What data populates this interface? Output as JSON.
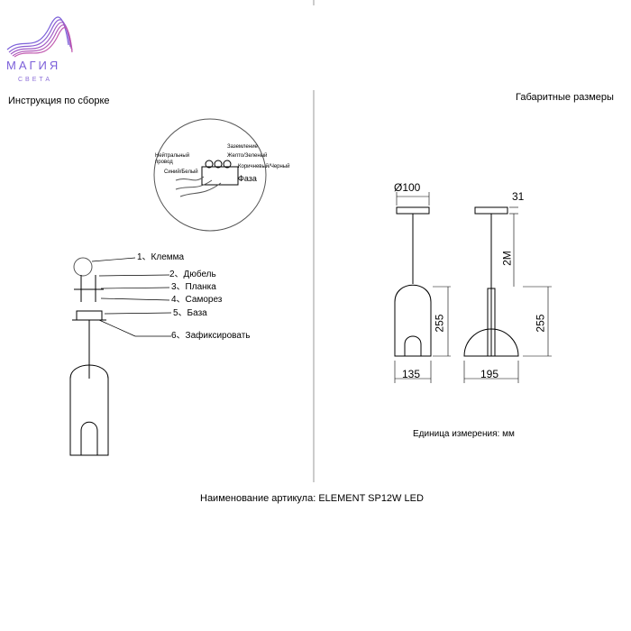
{
  "logo": {
    "line1": "МАГИЯ",
    "line2": "СВЕТА",
    "colors": [
      "#7b5fd9",
      "#c25bb0"
    ]
  },
  "left": {
    "title": "Инструкция по сборке",
    "wiring": {
      "neutral": "Нейтральный провод",
      "neutral_color": "Синий/Белый",
      "ground": "Заземление",
      "ground_color": "Желто/Зеленый",
      "phase_color": "Коричневый/Черный",
      "phase": "Фаза"
    },
    "steps": [
      "1、Клемма",
      "2、Дюбель",
      "3、Планка",
      "4、Саморез",
      "5、База",
      "6、Зафиксировать"
    ]
  },
  "right": {
    "title": "Габаритные размеры",
    "dims": {
      "diameter": "Ø100",
      "canopy_h": "31",
      "cord": "2M",
      "height_left": "255",
      "height_right": "255",
      "width_left": "135",
      "width_right": "195"
    },
    "unit": "Единица измерения: мм"
  },
  "footer": {
    "article": "Наименование артикула: ELEMENT SP12W LED"
  }
}
